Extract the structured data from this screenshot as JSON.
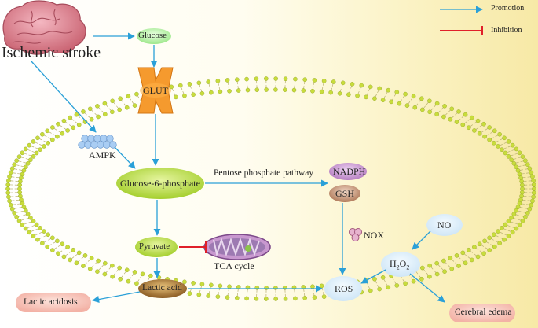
{
  "legend": {
    "promotion": "Promotion",
    "inhibition": "Inhibition"
  },
  "colors": {
    "promotion_arrow": "#2aa0d8",
    "inhibition_line": "#e0202a",
    "membrane_head": "#c8dc3c",
    "brain": "#d97a8a"
  },
  "title": "Ischemic stroke",
  "nodes": {
    "glucose": "Glucose",
    "glut": "GLUT",
    "ampk": "AMPK",
    "g6p": "Glucose-6-phosphate",
    "pentose": "Pentose phosphate pathway",
    "nadph": "NADPH",
    "gsh": "GSH",
    "nox": "NOX",
    "no": "NO",
    "h2o2_base": "H",
    "h2o2_sub1": "2",
    "h2o2_mid": "O",
    "h2o2_sub2": "2",
    "pyruvate": "Pyruvate",
    "tca": "TCA cycle",
    "lactic_acid": "Lactic acid",
    "ros": "ROS",
    "lactic_acidosis": "Lactic acidosis",
    "cerebral_edema": "Cerebral edema"
  },
  "icons": [
    "brain-icon",
    "ampk-protein-icon",
    "mitochondrion-icon",
    "nox-icon",
    "glut-transporter-icon"
  ]
}
